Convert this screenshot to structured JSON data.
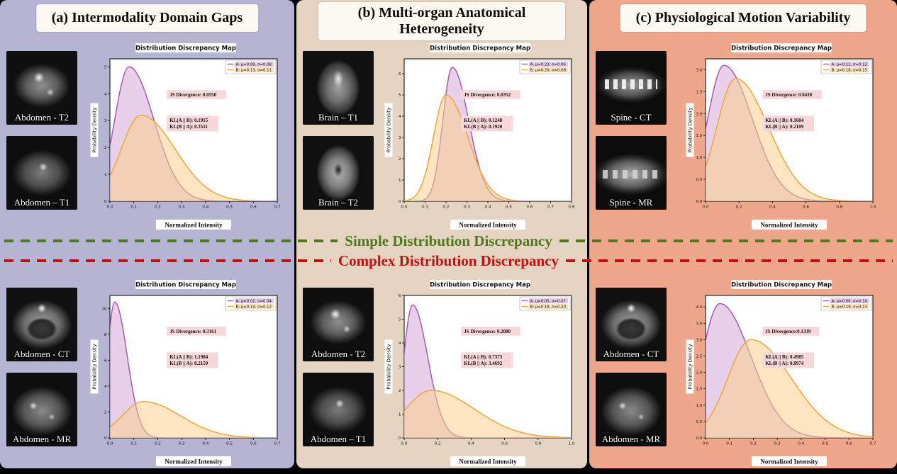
{
  "colors": {
    "panel_a_bg": "#b6b4d3",
    "panel_b_bg": "#e5d4c2",
    "panel_c_bg": "#efa78c",
    "series_a_line": "#a85aad",
    "series_b_line": "#f2a43b",
    "stats_box_bg": "#f8d7da",
    "divider_simple": "#4d7a1b",
    "divider_complex": "#c40f0f"
  },
  "dividers": [
    {
      "label": "Simple Distribution Discrepancy",
      "color": "#4d7a1b"
    },
    {
      "label": "Complex Distribution Discrepancy",
      "color": "#c40f0f"
    }
  ],
  "panels": [
    {
      "title": "(a) Intermodality Domain Gaps",
      "figures": [
        {
          "images": [
            {
              "label": "Abdomen - T2",
              "kind": "abdomen-t2"
            },
            {
              "label": "Abdomen – T1",
              "kind": "abdomen-t1"
            }
          ],
          "chart_index": 0
        },
        {
          "images": [
            {
              "label": "Abdomen - CT",
              "kind": "abdomen-ct"
            },
            {
              "label": "Abdomen - MR",
              "kind": "abdomen-mr"
            }
          ],
          "chart_index": 1
        }
      ]
    },
    {
      "title": "(b) Multi-organ Anatomical Heterogeneity",
      "figures": [
        {
          "images": [
            {
              "label": "Brain – T1",
              "kind": "brain-t1"
            },
            {
              "label": "Brain – T2",
              "kind": "brain-t2"
            }
          ],
          "chart_index": 2
        },
        {
          "images": [
            {
              "label": "Abdomen - T2",
              "kind": "abdomen-t2"
            },
            {
              "label": "Abdomen – T1",
              "kind": "abdomen-t1"
            }
          ],
          "chart_index": 3
        }
      ]
    },
    {
      "title": "(c) Physiological Motion Variability",
      "figures": [
        {
          "images": [
            {
              "label": "Spine - CT",
              "kind": "spine-ct"
            },
            {
              "label": "Spine - MR",
              "kind": "spine-mr"
            }
          ],
          "chart_index": 4
        },
        {
          "images": [
            {
              "label": "Abdomen - CT",
              "kind": "abdomen-ct"
            },
            {
              "label": "Abdomen - MR",
              "kind": "abdomen-mr"
            }
          ],
          "chart_index": 5
        }
      ]
    }
  ],
  "chart_data": [
    {
      "id": "a-top",
      "type": "area",
      "title": "Distribution Discrepancy Map",
      "xlabel": "Normalized Intensity",
      "ylabel": "Probability Density",
      "xlim": [
        0.0,
        0.7
      ],
      "xticks": [
        0.0,
        0.1,
        0.2,
        0.3,
        0.4,
        0.5,
        0.6,
        0.7
      ],
      "ylim": [
        0,
        5.3
      ],
      "yticks": [
        0,
        1,
        2,
        3,
        4,
        5
      ],
      "legend_position": "top-right",
      "grid": false,
      "series": [
        {
          "name": "A",
          "label": "A: μ=0.08, σ=0.08",
          "mu": 0.08,
          "sigma": 0.08,
          "peak_density": 5.0,
          "color": "#a85aad",
          "fill": "#d5a9d8"
        },
        {
          "name": "B",
          "label": "B: μ=0.13, σ=0.11",
          "mu": 0.13,
          "sigma": 0.11,
          "peak_density": 3.2,
          "color": "#f2a43b",
          "fill": "#f9d08c"
        }
      ],
      "annotations": {
        "js_divergence": "JS Divergence: 0.0550",
        "kl_ab": "KL(A || B): 0.1915",
        "kl_ba": "KL(B || A): 0.3511"
      }
    },
    {
      "id": "a-bottom",
      "type": "area",
      "title": "Distribution Discrepancy Map",
      "xlabel": "Normalized Intensity",
      "ylabel": "Probability Density",
      "xlim": [
        0.0,
        0.7
      ],
      "xticks": [
        0.0,
        0.1,
        0.2,
        0.3,
        0.4,
        0.5,
        0.6,
        0.7
      ],
      "ylim": [
        0,
        11
      ],
      "yticks": [
        0,
        2,
        4,
        6,
        8,
        10
      ],
      "legend_position": "top-right",
      "grid": false,
      "series": [
        {
          "name": "A",
          "label": "A: μ=0.02, σ=0.04",
          "mu": 0.02,
          "sigma": 0.04,
          "peak_density": 10.5,
          "color": "#a85aad",
          "fill": "#d5a9d8"
        },
        {
          "name": "B",
          "label": "B: μ=0.14, σ=0.12",
          "mu": 0.14,
          "sigma": 0.12,
          "peak_density": 2.8,
          "color": "#f2a43b",
          "fill": "#f9d08c"
        }
      ],
      "annotations": {
        "js_divergence": "JS Divergence: 0.3161",
        "kl_ab": "KL(A || B): 1.1984",
        "kl_ba": "KL(B || A): 8.2159"
      }
    },
    {
      "id": "b-top",
      "type": "area",
      "title": "Distribution Discrepancy Map",
      "xlabel": "Normalized Intensity",
      "ylabel": "Probability Density",
      "xlim": [
        0.0,
        0.8
      ],
      "xticks": [
        0.0,
        0.1,
        0.2,
        0.3,
        0.4,
        0.5,
        0.6,
        0.7,
        0.8
      ],
      "ylim": [
        0,
        6.7
      ],
      "yticks": [
        0,
        1,
        2,
        3,
        4,
        5,
        6
      ],
      "legend_position": "top-right",
      "grid": false,
      "series": [
        {
          "name": "A",
          "label": "A: μ=0.23, σ=0.06",
          "mu": 0.23,
          "sigma": 0.06,
          "peak_density": 6.3,
          "color": "#a85aad",
          "fill": "#d5a9d8"
        },
        {
          "name": "B",
          "label": "B: μ=0.20, σ=0.08",
          "mu": 0.2,
          "sigma": 0.08,
          "peak_density": 5.0,
          "color": "#f2a43b",
          "fill": "#f9d08c"
        }
      ],
      "annotations": {
        "js_divergence": "JS Divergence: 0.0352",
        "kl_ab": "KL(A || B): 0.1248",
        "kl_ba": "KL(B || A): 0.1920"
      }
    },
    {
      "id": "b-bottom",
      "type": "area",
      "title": "Distribution Discrepancy Map",
      "xlabel": "Normalized Intensity",
      "ylabel": "Probability Density",
      "xlim": [
        0.0,
        1.0
      ],
      "xticks": [
        0.0,
        0.2,
        0.4,
        0.6,
        0.8,
        1.0
      ],
      "ylim": [
        0,
        6
      ],
      "yticks": [
        0,
        1,
        2,
        3,
        4,
        5,
        6
      ],
      "legend_position": "top-right",
      "grid": false,
      "series": [
        {
          "name": "A",
          "label": "A: μ=0.05, σ=0.07",
          "mu": 0.05,
          "sigma": 0.07,
          "peak_density": 5.6,
          "color": "#a85aad",
          "fill": "#d5a9d8"
        },
        {
          "name": "B",
          "label": "B: μ=0.16, σ=0.20",
          "mu": 0.16,
          "sigma": 0.2,
          "peak_density": 2.0,
          "color": "#f2a43b",
          "fill": "#f9d08c"
        }
      ],
      "annotations": {
        "js_divergence": "JS Divergence: 0.2080",
        "kl_ab": "KL(A || B): 0.7373",
        "kl_ba": "KL(B || A): 3.4692"
      }
    },
    {
      "id": "c-top",
      "type": "area",
      "title": "Distribution Discrepancy Map",
      "xlabel": "Normalized Intensity",
      "ylabel": "Probability Density",
      "xlim": [
        0.0,
        1.0
      ],
      "xticks": [
        0.0,
        0.2,
        0.4,
        0.6,
        0.8,
        1.0
      ],
      "ylim": [
        0,
        3.25
      ],
      "yticks": [
        0.0,
        0.5,
        1.0,
        1.5,
        2.0,
        2.5,
        3.0
      ],
      "legend_position": "top-right",
      "grid": false,
      "series": [
        {
          "name": "A",
          "label": "A: μ=0.11, σ=0.13",
          "mu": 0.11,
          "sigma": 0.13,
          "peak_density": 3.1,
          "color": "#a85aad",
          "fill": "#d5a9d8"
        },
        {
          "name": "B",
          "label": "B: μ=0.18, σ=0.15",
          "mu": 0.18,
          "sigma": 0.15,
          "peak_density": 2.8,
          "color": "#f2a43b",
          "fill": "#f9d08c"
        }
      ],
      "annotations": {
        "js_divergence": "JS Divergence: 0.0430",
        "kl_ab": "KL(A || B): 0.1604",
        "kl_ba": "KL(B || A): 0.2109"
      }
    },
    {
      "id": "c-bottom",
      "type": "area",
      "title": "Distribution Discrepancy Map",
      "xlabel": "Normalized Intensity",
      "ylabel": "Probability Density",
      "xlim": [
        0.0,
        0.7
      ],
      "xticks": [
        0.0,
        0.1,
        0.2,
        0.3,
        0.4,
        0.5,
        0.6,
        0.7
      ],
      "ylim": [
        0,
        4.35
      ],
      "yticks": [
        0.0,
        0.5,
        1.0,
        1.5,
        2.0,
        2.5,
        3.0,
        3.5,
        4.0
      ],
      "legend_position": "top-right",
      "grid": false,
      "series": [
        {
          "name": "A",
          "label": "A: μ=0.06, σ=0.10",
          "mu": 0.06,
          "sigma": 0.1,
          "peak_density": 4.1,
          "color": "#a85aad",
          "fill": "#d5a9d8"
        },
        {
          "name": "B",
          "label": "B: μ=0.19, σ=0.13",
          "mu": 0.19,
          "sigma": 0.13,
          "peak_density": 3.0,
          "color": "#f2a43b",
          "fill": "#f9d08c"
        }
      ],
      "annotations": {
        "js_divergence": "JS Divergence:0.1339",
        "kl_ab": "KL(A || B): 0.4985",
        "kl_ba": "KL(B || A): 0.8974"
      }
    }
  ]
}
